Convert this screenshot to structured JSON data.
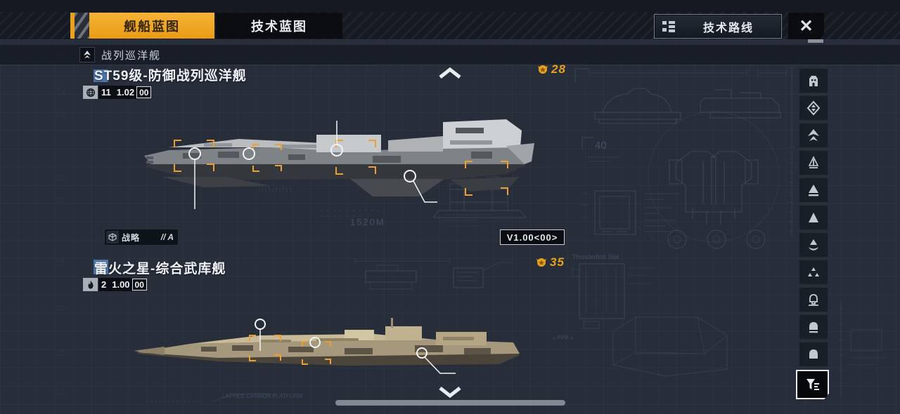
{
  "tabs": {
    "ship": {
      "label": "舰船蓝图"
    },
    "tech": {
      "label": "技术蓝图"
    }
  },
  "toolbar": {
    "tech_route_label": "技术路线"
  },
  "window": {
    "close_glyph": "✕"
  },
  "section": {
    "title": "战列巡洋舰"
  },
  "ships": [
    {
      "name": "ST59级-防御战列巡洋舰",
      "count": "11",
      "version": "1.02",
      "subversion": "00",
      "cost": "28",
      "tag": "战略",
      "tag_code": "// A",
      "version_box": "V1.00<00>"
    },
    {
      "name": "雷火之星-综合武库舰",
      "count": "2",
      "version": "1.00",
      "subversion": "00",
      "cost": "35"
    }
  ],
  "bg": {
    "length_label": "1520M",
    "num_label": "40",
    "ship2_en": "Thunderbolt Star",
    "platform_label": "LATTICE CANNON PLATFORM",
    "ppp_label": "« PPP »"
  },
  "sidebar": {
    "icons": [
      "station-icon",
      "carrier-icon",
      "battlecruiser-icon",
      "auxiliary-ship-icon",
      "cruiser-icon",
      "destroyer-icon",
      "corvette-icon",
      "fighter-group-icon",
      "frigate-icon",
      "support-ship-icon",
      "utility-ship-icon"
    ],
    "filter": "filter-icon"
  },
  "colors": {
    "accent_orange": "#e9a21d",
    "cost_gold": "#e9a21d",
    "bg": "#272e3a"
  }
}
